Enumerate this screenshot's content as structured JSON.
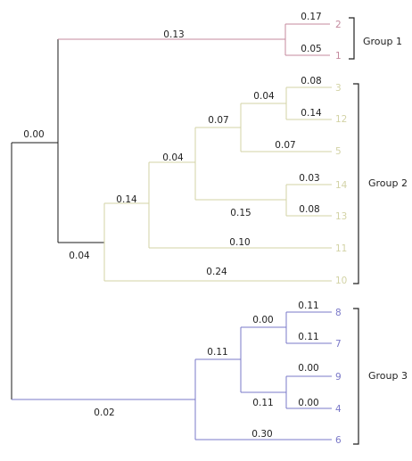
{
  "colors": {
    "root": "#1a1a1a",
    "group1": "#c48a9e",
    "group2": "#d3d3a6",
    "group3": "#7a78c8",
    "text": "#222222"
  },
  "leaves": {
    "l2": "2",
    "l1": "1",
    "l3": "3",
    "l12": "12",
    "l5": "5",
    "l14": "14",
    "l13": "13",
    "l11": "11",
    "l10": "10",
    "l8": "8",
    "l7": "7",
    "l9": "9",
    "l4": "4",
    "l6": "6"
  },
  "branch_lengths": {
    "root": "0.00",
    "g1_stem": "0.13",
    "b2": "0.17",
    "b1": "0.05",
    "g2_stem": "0.04",
    "n_a": "0.14",
    "n_b": "0.04",
    "n_c": "0.07",
    "n_d": "0.04",
    "b3": "0.08",
    "b12": "0.14",
    "b5": "0.07",
    "n_e": "0.15",
    "b14": "0.03",
    "b13": "0.08",
    "b11": "0.10",
    "b10": "0.24",
    "g3_stem": "0.02",
    "n_f": "0.11",
    "n_g": "0.00",
    "b8": "0.11",
    "b7": "0.11",
    "n_h": "0.11",
    "b9": "0.00",
    "b4": "0.00",
    "b6": "0.30"
  },
  "groups": {
    "g1": "Group 1",
    "g2": "Group 2",
    "g3": "Group 3"
  }
}
